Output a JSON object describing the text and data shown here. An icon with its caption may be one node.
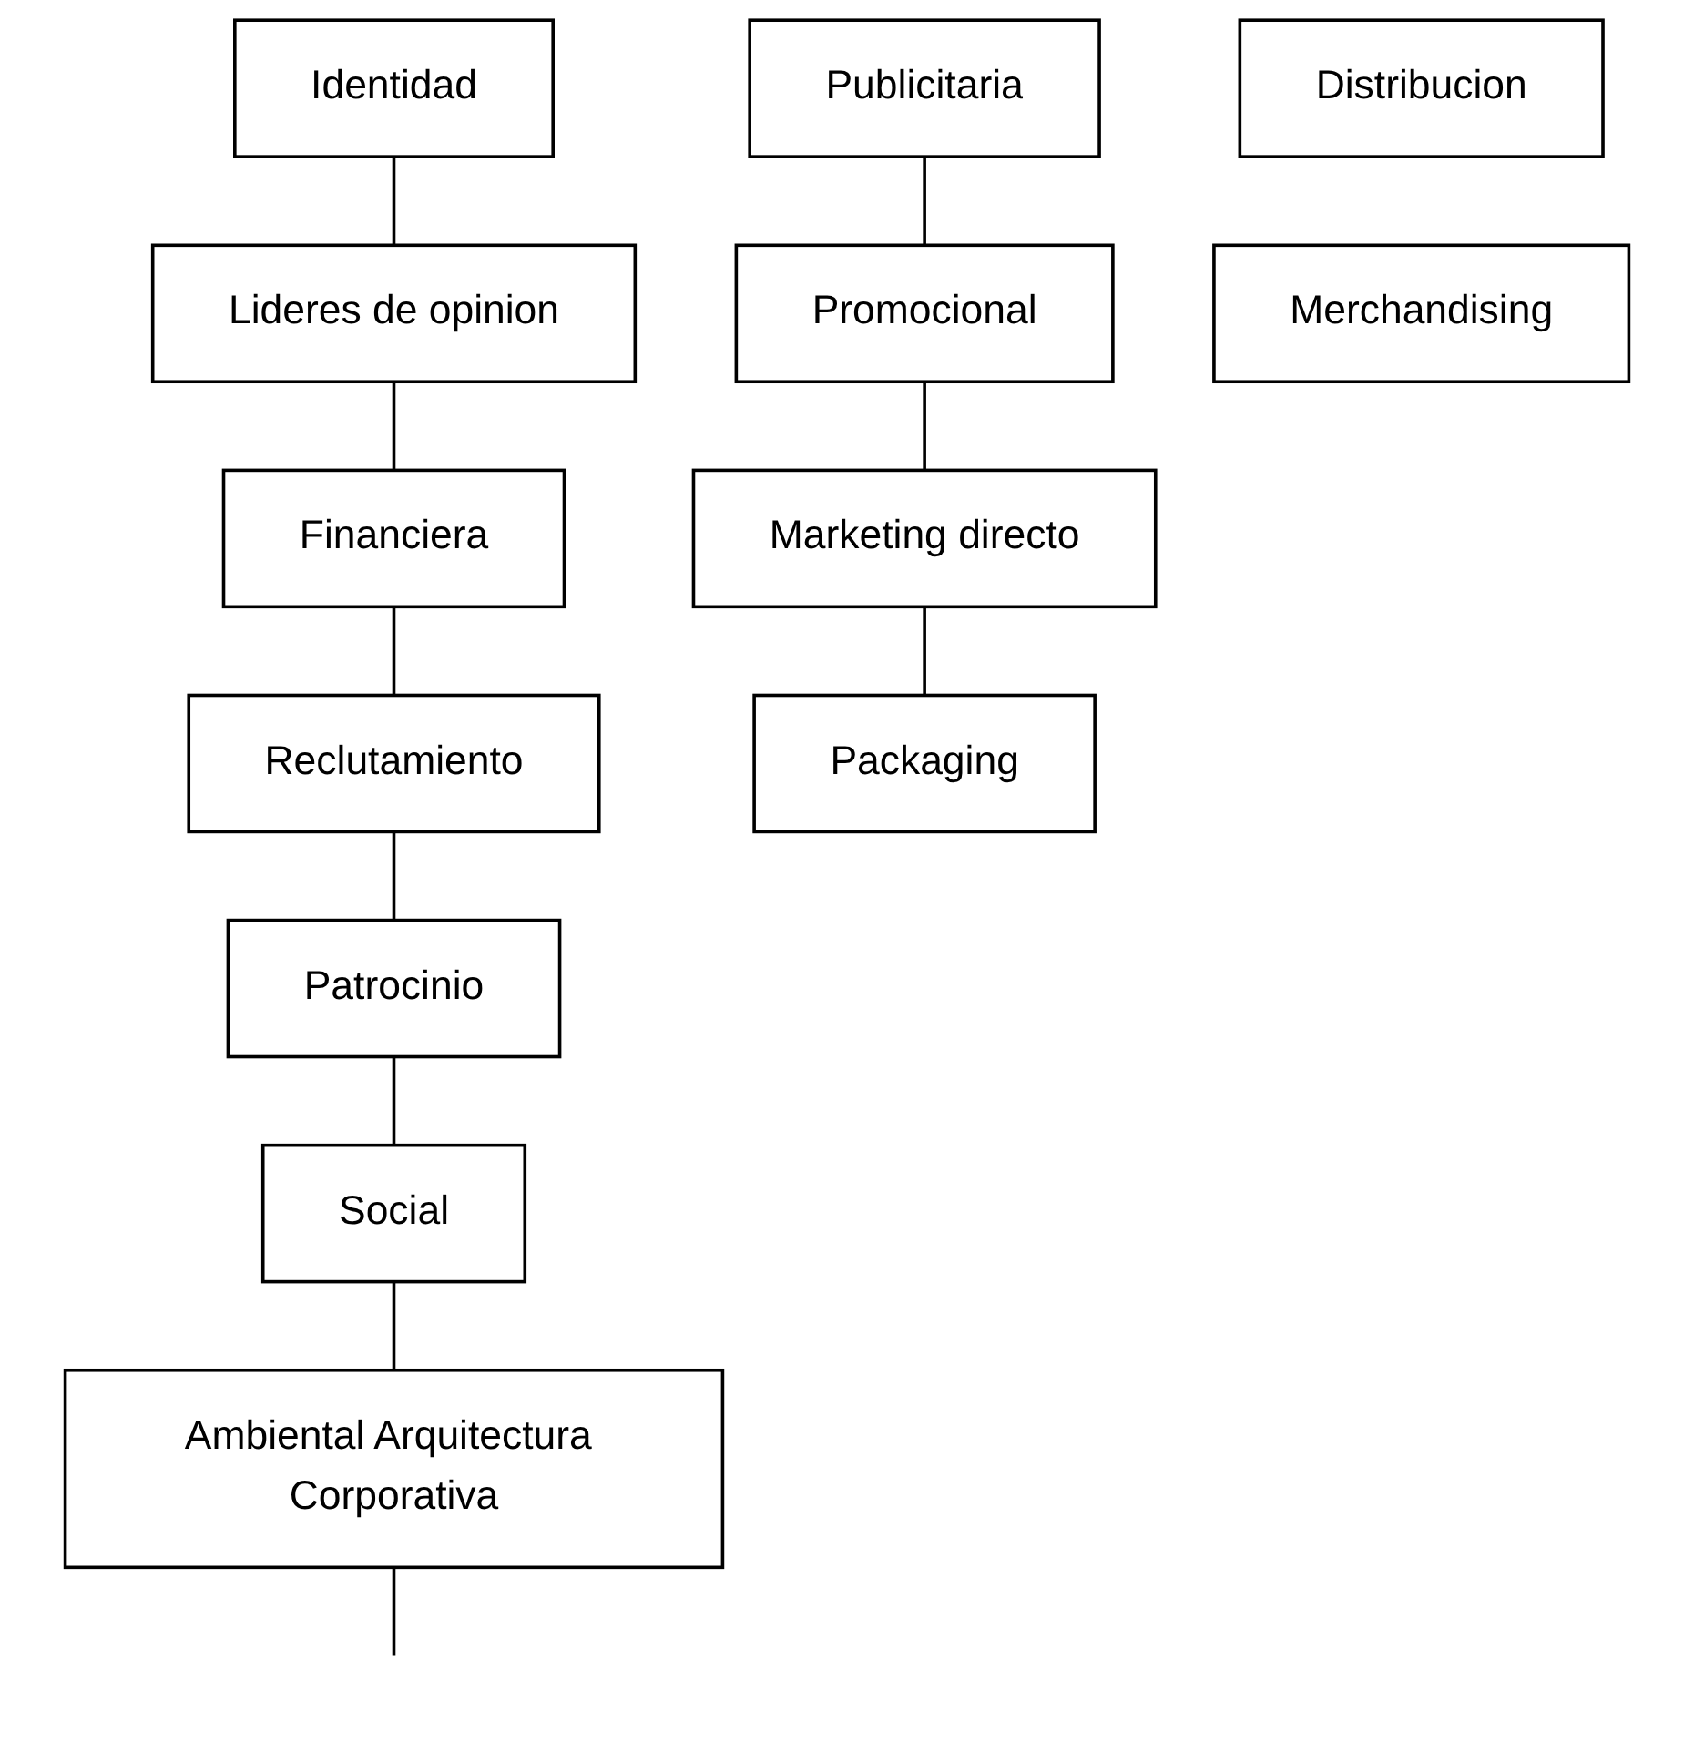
{
  "diagram": {
    "nodes": [
      {
        "text": [
          "Identidad"
        ]
      },
      {
        "text": [
          "Lideres de opinion"
        ]
      },
      {
        "text": [
          "Publicitaria"
        ]
      },
      {
        "text": [
          "Financiera"
        ]
      },
      {
        "text": [
          "Promocional"
        ]
      },
      {
        "text": [
          "Reclutamiento"
        ]
      },
      {
        "text": [
          "Marketing directo"
        ]
      },
      {
        "text": [
          "Patrocinio"
        ]
      },
      {
        "text": [
          "Packaging"
        ]
      },
      {
        "text": [
          "Social"
        ]
      },
      {
        "text": [
          "Ambiental Arquitectura Corporativa"
        ]
      },
      {
        "text": [
          "Distribucion"
        ]
      },
      {
        "text": [
          "Merchandising"
        ]
      }
    ],
    "edges": [
      {
        "from": 0,
        "to": 1,
        "arrow": "none"
      },
      {
        "from": 1,
        "to": 3,
        "arrow": "none"
      },
      {
        "from": 3,
        "to": 5,
        "arrow": "none"
      },
      {
        "from": 5,
        "to": 7,
        "arrow": "none"
      },
      {
        "from": 7,
        "to": 9,
        "arrow": "none"
      },
      {
        "from": 9,
        "to": 10,
        "arrow": "none"
      },
      {
        "from": 10,
        "to": null,
        "arrow": "none"
      },
      {
        "from": 2,
        "to": 4,
        "arrow": "none"
      },
      {
        "from": 4,
        "to": 6,
        "arrow": "none"
      },
      {
        "from": 6,
        "to": 8,
        "arrow": "none"
      }
    ]
  }
}
